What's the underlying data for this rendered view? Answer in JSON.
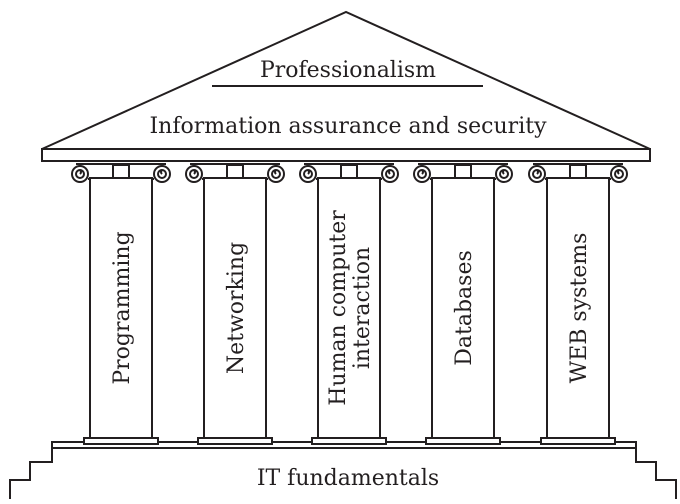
{
  "roof": {
    "top_label": "Professionalism",
    "beam_label": "Information assurance and security"
  },
  "pillars": [
    {
      "id": "programming",
      "lines": [
        "Programming"
      ]
    },
    {
      "id": "networking",
      "lines": [
        "Networking"
      ]
    },
    {
      "id": "human-computer-interaction",
      "lines": [
        "Human computer",
        "interaction"
      ]
    },
    {
      "id": "databases",
      "lines": [
        "Databases"
      ]
    },
    {
      "id": "web-systems",
      "lines": [
        "WEB systems"
      ]
    }
  ],
  "base": {
    "label": "IT fundamentals"
  },
  "colors": {
    "stroke": "#231f20",
    "fill": "#ffffff"
  }
}
